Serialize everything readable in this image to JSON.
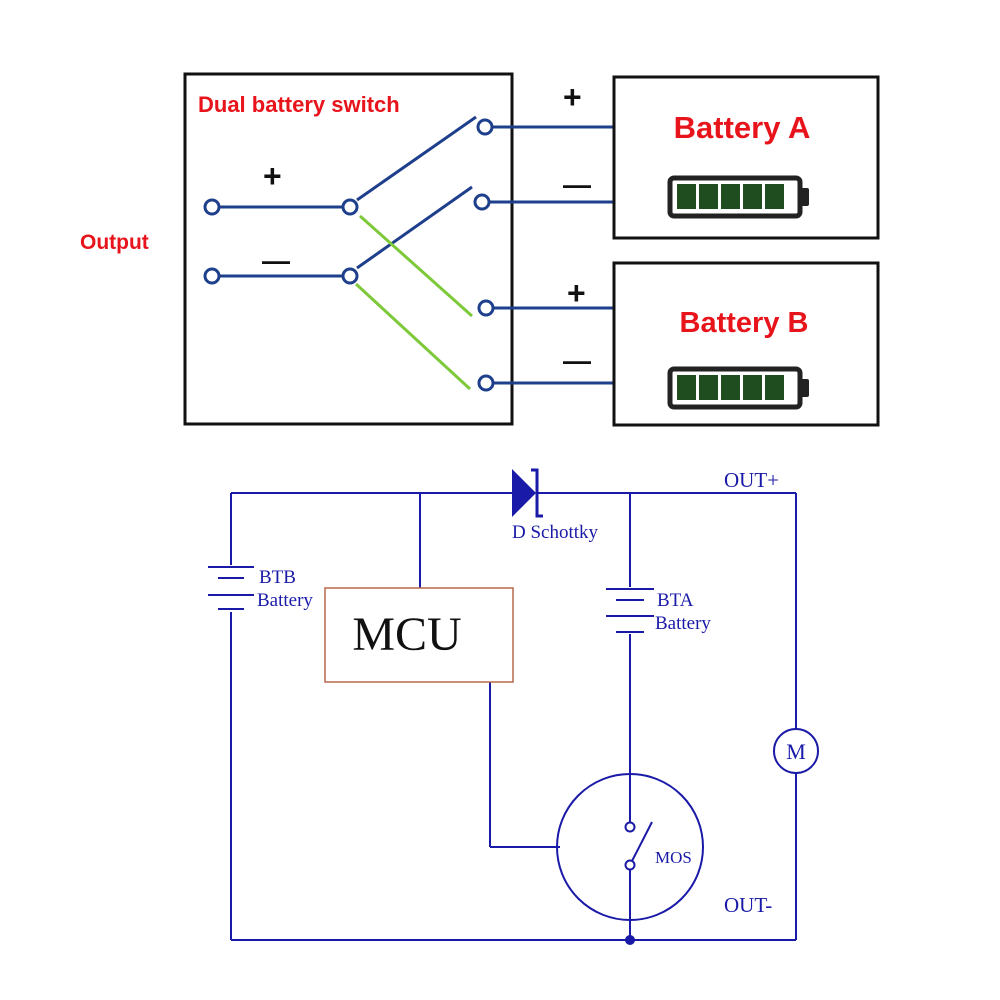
{
  "top_diagram": {
    "title": "Dual battery switch",
    "output_label": "Output",
    "output_plus": "+",
    "output_minus": "—",
    "battery_a": {
      "label": "Battery A",
      "plus": "+",
      "minus": "—",
      "cells": 5
    },
    "battery_b": {
      "label": "Battery B",
      "plus": "+",
      "minus": "—",
      "cells": 5
    }
  },
  "bottom_circuit": {
    "diode_label": "D Schottky",
    "out_plus": "OUT+",
    "out_minus": "OUT-",
    "btb_line1": "BTB",
    "btb_line2": "Battery",
    "bta_line1": "BTA",
    "bta_line2": "Battery",
    "mcu_label": "MCU",
    "mos_label": "MOS",
    "motor_label": "M"
  },
  "colors": {
    "switch_wire": "#1e3f8c",
    "switch_link": "#7dc93a",
    "label_red": "#e8141b",
    "circuit_wire": "#1a1aa8",
    "mcu_border": "#b5694a",
    "battery_icon_fill": "#1f4d1f",
    "battery_icon_frame": "#222222"
  }
}
